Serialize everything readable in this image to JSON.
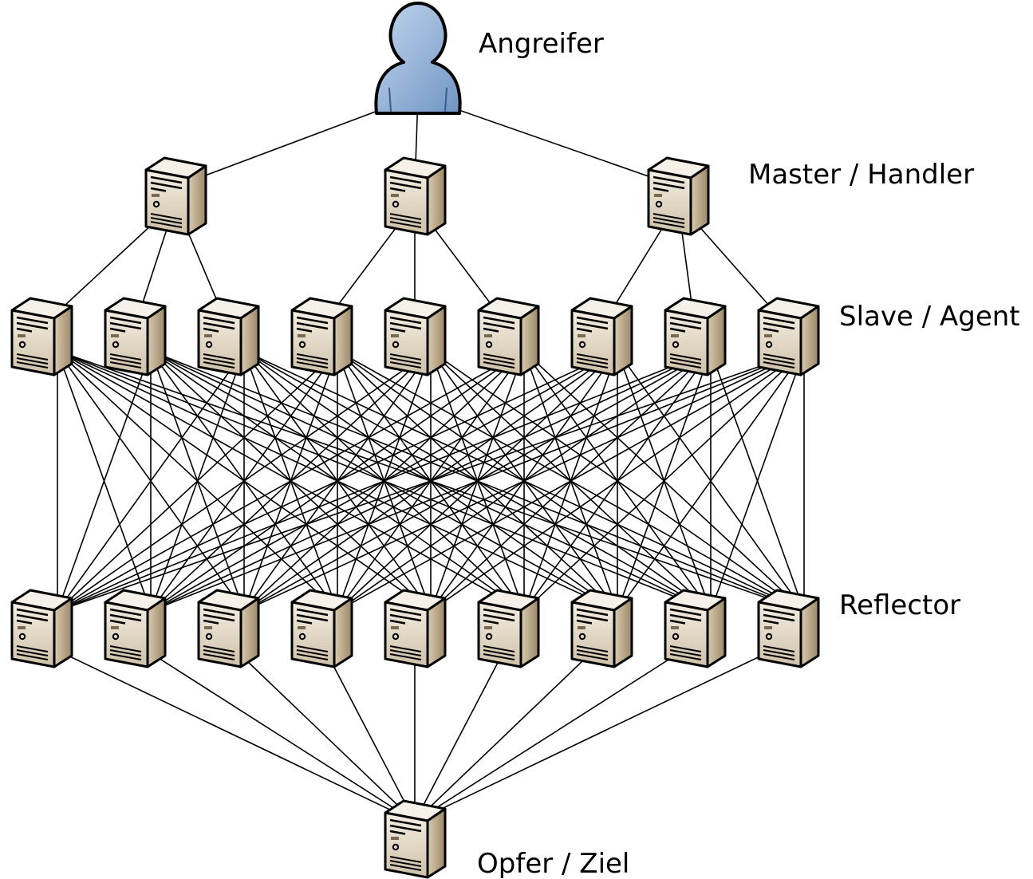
{
  "labels": {
    "attacker": "Angreifer",
    "master": "Master / Handler",
    "slave": "Slave / Agent",
    "reflector": "Reflector",
    "victim": "Opfer / Ziel"
  },
  "layers": {
    "master_count": 3,
    "slave_count": 9,
    "reflector_count": 9,
    "victim_count": 1
  },
  "colors": {
    "line": "#000000",
    "server_front": "#e6dccb",
    "server_side": "#b8a68a",
    "server_top": "#f3ede2",
    "person_fill": "#8fb1d9"
  },
  "icons": {
    "attacker": "person-icon",
    "node": "server-icon"
  }
}
